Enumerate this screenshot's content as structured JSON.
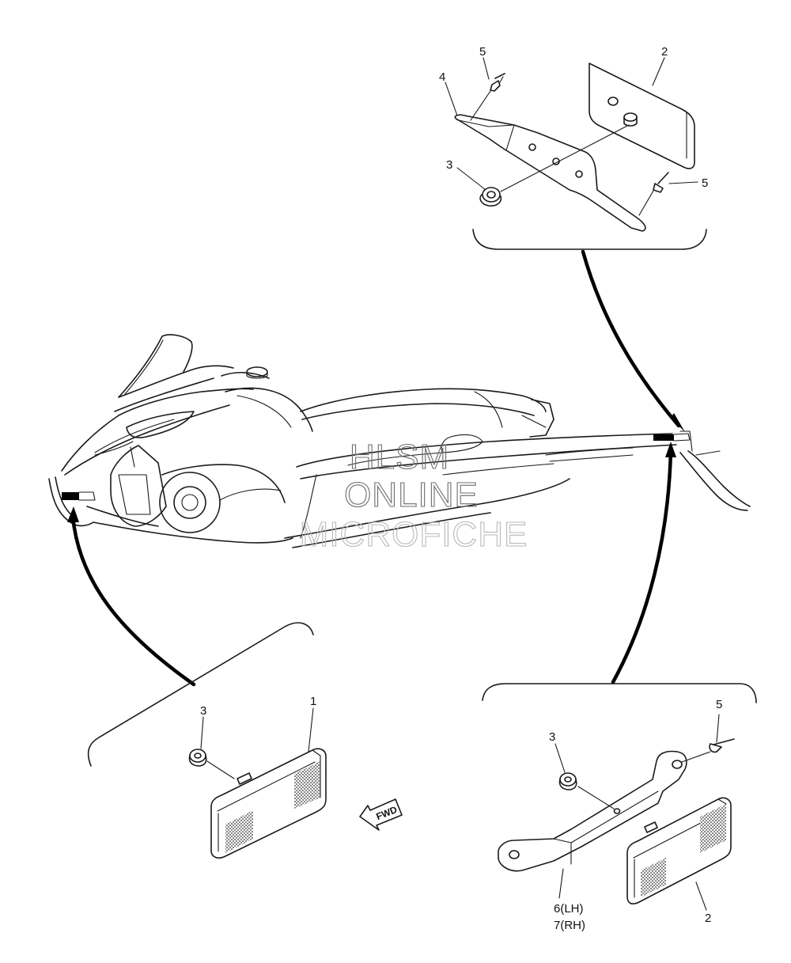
{
  "watermark": {
    "line1": "HLSM",
    "line2": "ONLINE",
    "line3": "MICROFICHE"
  },
  "callouts": {
    "top": {
      "c4": "4",
      "c5a": "5",
      "c2": "2",
      "c3": "3",
      "c5b": "5"
    },
    "bottom_left": {
      "c3": "3",
      "c1": "1"
    },
    "bottom_right": {
      "c3": "3",
      "c5": "5",
      "c6": "6(LH)",
      "c7": "7(RH)",
      "c2": "2"
    }
  },
  "direction_arrow": {
    "label": "FWD"
  },
  "colors": {
    "line": "#1a1a1a",
    "reflector_pattern": "#333333",
    "watermark": "#6d6d6d",
    "background": "#ffffff"
  }
}
